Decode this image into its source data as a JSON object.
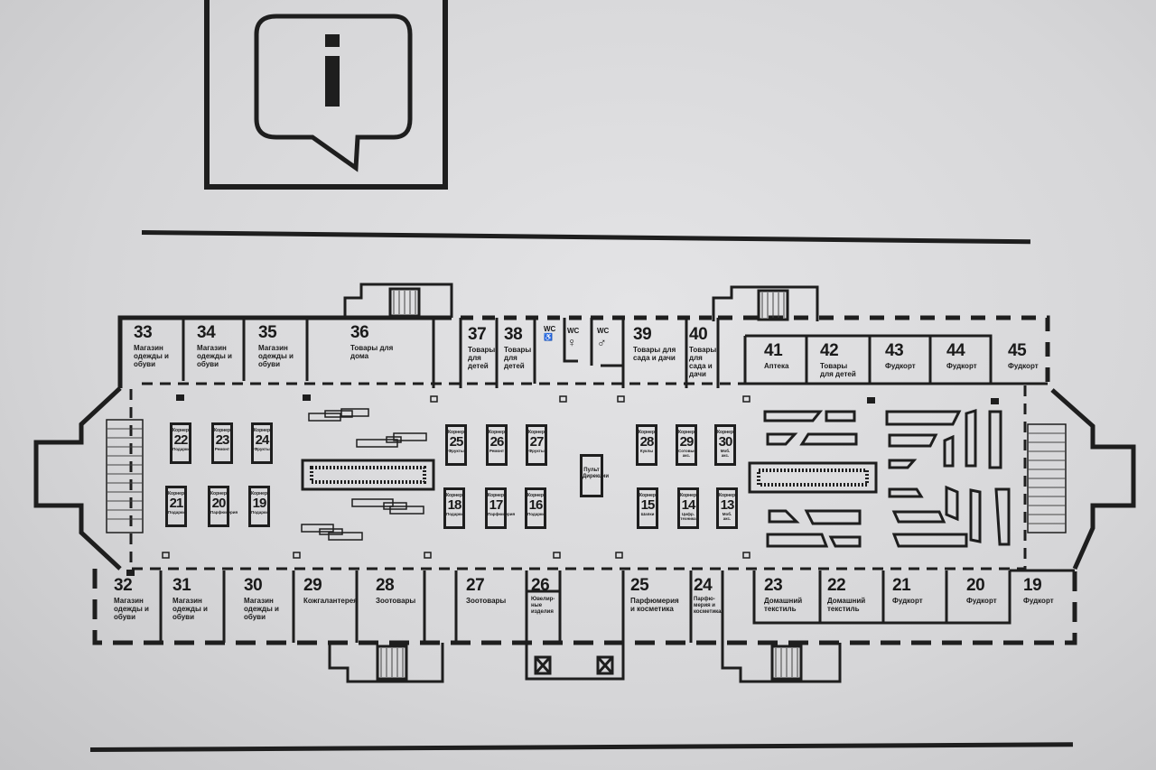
{
  "sign": {
    "icon": "info-speech-bubble-icon",
    "icon_letter": "i"
  },
  "top_stores": [
    {
      "num": "33",
      "label": "Магазин одежды и обуви"
    },
    {
      "num": "34",
      "label": "Магазин одежды и обуви"
    },
    {
      "num": "35",
      "label": "Магазин одежды и обуви"
    },
    {
      "num": "36",
      "label": "Товары для дома"
    },
    {
      "num": "37",
      "label": "Товары для детей"
    },
    {
      "num": "38",
      "label": "Товары для детей"
    },
    {
      "num": "39",
      "label": "Товары для сада и дачи"
    },
    {
      "num": "40",
      "label": "Товары для сада и дачи"
    },
    {
      "num": "41",
      "label": "Аптека"
    },
    {
      "num": "42",
      "label": "Товары для детей"
    },
    {
      "num": "43",
      "label": "Фудкорт"
    },
    {
      "num": "44",
      "label": "Фудкорт"
    },
    {
      "num": "45",
      "label": "Фудкорт"
    }
  ],
  "wc": {
    "label": "WC",
    "icons": [
      "accessible-wc-icon",
      "female-wc-icon",
      "male-wc-icon"
    ]
  },
  "bottom_stores": [
    {
      "num": "32",
      "label": "Магазин одежды и обуви"
    },
    {
      "num": "31",
      "label": "Магазин одежды и обуви"
    },
    {
      "num": "30",
      "label": "Магазин одежды и обуви"
    },
    {
      "num": "29",
      "label": "Кожгалантерея"
    },
    {
      "num": "28",
      "label": "Зоотовары"
    },
    {
      "num": "27",
      "label": "Зоотовары"
    },
    {
      "num": "26",
      "label": "Ювелир-ные изделия"
    },
    {
      "num": "25",
      "label": "Парфюмерия и косметика"
    },
    {
      "num": "24",
      "label": "Парфю-мерия и косметика"
    },
    {
      "num": "23",
      "label": "Домашний текстиль"
    },
    {
      "num": "22",
      "label": "Домашний текстиль"
    },
    {
      "num": "21",
      "label": "Фудкорт"
    },
    {
      "num": "20",
      "label": "Фудкорт"
    },
    {
      "num": "19",
      "label": "Фудкорт"
    }
  ],
  "corner_word": "Корнер",
  "corners": [
    {
      "num": "22",
      "label": "Подарки"
    },
    {
      "num": "23",
      "label": "Ремонт"
    },
    {
      "num": "24",
      "label": "Фрукты"
    },
    {
      "num": "21",
      "label": "Подарки"
    },
    {
      "num": "20",
      "label": "Парфюмерия"
    },
    {
      "num": "19",
      "label": "Подарки"
    },
    {
      "num": "25",
      "label": "Фрукты"
    },
    {
      "num": "26",
      "label": "Ремонт"
    },
    {
      "num": "27",
      "label": "Фрукты"
    },
    {
      "num": "18",
      "label": "Подарки"
    },
    {
      "num": "17",
      "label": "Парфюмерия"
    },
    {
      "num": "16",
      "label": "Подарки"
    },
    {
      "num": "28",
      "label": "Куклы"
    },
    {
      "num": "29",
      "label": "Сотовые акс."
    },
    {
      "num": "30",
      "label": "Моб. акс."
    },
    {
      "num": "15",
      "label": "Шапки"
    },
    {
      "num": "14",
      "label": "Цифр. техника"
    },
    {
      "num": "13",
      "label": "Моб. акс."
    }
  ],
  "desk": {
    "label": "Пульт Дирекции"
  }
}
